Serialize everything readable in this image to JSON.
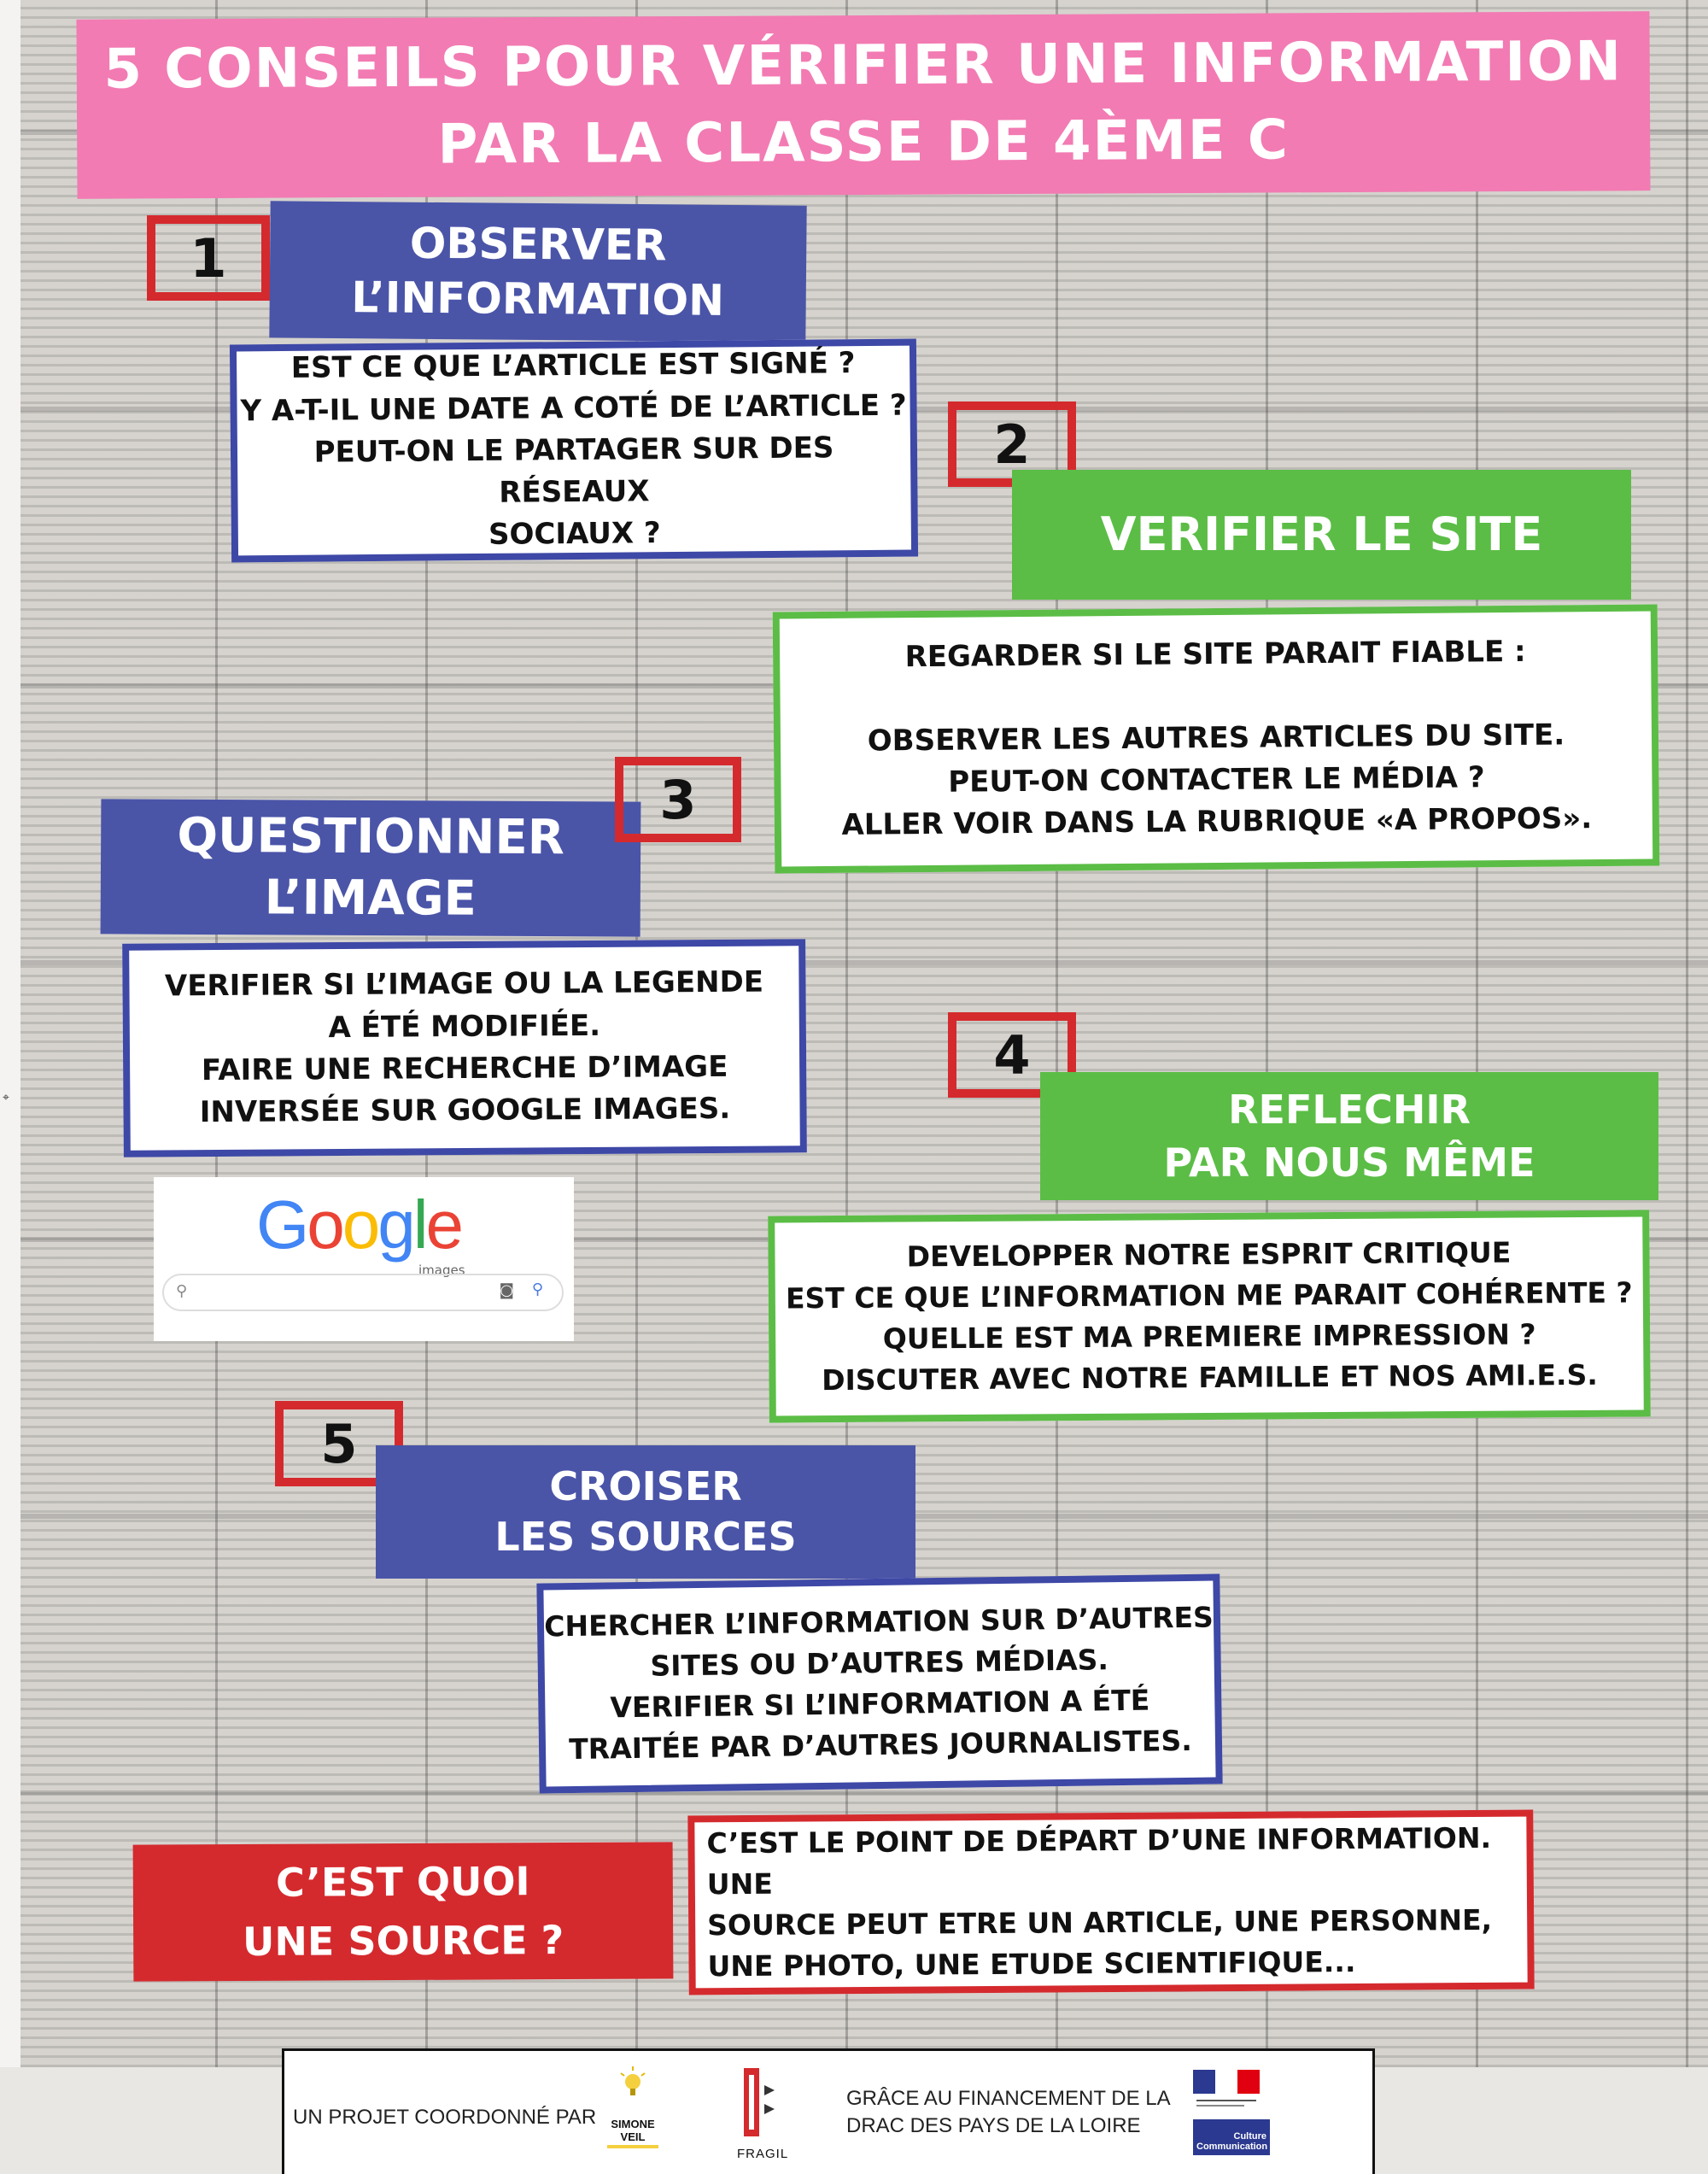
{
  "title": {
    "line1": "5 CONSEILS POUR VÉRIFIER UNE INFORMATION",
    "line2": "PAR LA CLASSE DE 4ÈME C"
  },
  "steps": [
    {
      "number": "1",
      "heading": [
        "OBSERVER",
        "L’INFORMATION"
      ],
      "body": [
        "EST CE QUE L’ARTICLE EST SIGNÉ ?",
        "Y A-T-IL UNE DATE A COTÉ DE L’ARTICLE ?",
        "PEUT-ON LE PARTAGER SUR DES RÉSEAUX",
        "SOCIAUX ?"
      ]
    },
    {
      "number": "2",
      "heading": [
        "VERIFIER LE SITE"
      ],
      "body": [
        "REGARDER SI LE SITE PARAIT FIABLE :",
        "",
        "OBSERVER LES AUTRES ARTICLES DU SITE.",
        "PEUT-ON CONTACTER LE MÉDIA ?",
        "ALLER VOIR DANS LA RUBRIQUE «A PROPOS»."
      ]
    },
    {
      "number": "3",
      "heading": [
        "QUESTIONNER",
        "L’IMAGE"
      ],
      "body": [
        "VERIFIER SI L’IMAGE OU LA LEGENDE",
        "A ÉTÉ MODIFIÉE.",
        "FAIRE UNE RECHERCHE D’IMAGE",
        "INVERSÉE SUR GOOGLE IMAGES."
      ]
    },
    {
      "number": "4",
      "heading": [
        "REFLECHIR",
        "PAR NOUS MÊME"
      ],
      "body": [
        "DEVELOPPER NOTRE ESPRIT CRITIQUE",
        "EST CE QUE L’INFORMATION ME PARAIT COHÉRENTE ?",
        "QUELLE EST MA PREMIERE IMPRESSION ?",
        "DISCUTER AVEC NOTRE FAMILLE ET NOS AMI.E.S."
      ]
    },
    {
      "number": "5",
      "heading": [
        "CROISER",
        "LES SOURCES"
      ],
      "body": [
        "CHERCHER L’INFORMATION SUR D’AUTRES",
        "SITES OU D’AUTRES MÉDIAS.",
        "VERIFIER SI L’INFORMATION A ÉTÉ",
        "TRAITÉE PAR D’AUTRES JOURNALISTES."
      ]
    }
  ],
  "source": {
    "heading": [
      "C’EST QUOI",
      "UNE SOURCE ?"
    ],
    "body": [
      "C’EST LE POINT DE DÉPART D’UNE INFORMATION. UNE",
      "SOURCE PEUT ETRE UN ARTICLE, UNE PERSONNE,",
      "UNE PHOTO, UNE ETUDE SCIENTIFIQUE..."
    ]
  },
  "google_widget": {
    "logo_letters": [
      "G",
      "o",
      "o",
      "g",
      "l",
      "e"
    ],
    "logo_colors": [
      "#4285F4",
      "#EA4335",
      "#FBBC05",
      "#4285F4",
      "#34A853",
      "#EA4335"
    ],
    "sub_label": "images"
  },
  "footer": {
    "coordinated_by": "UN PROJET COORDONNÉ PAR",
    "logo_school": "SIMONE VEIL",
    "logo_partner": "FRAGIL",
    "funding": [
      "GRÂCE AU FINANCEMENT DE LA",
      "DRAC DES PAYS DE LA LOIRE"
    ],
    "ministry": "Culture Communication"
  }
}
